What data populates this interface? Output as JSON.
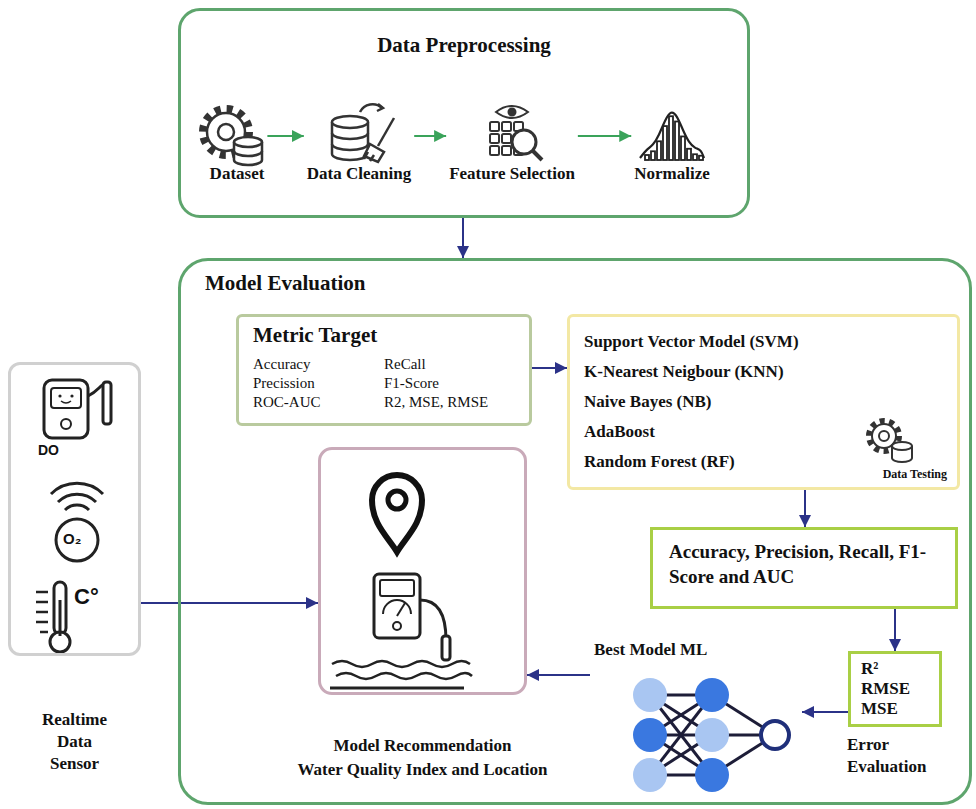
{
  "diagram": {
    "nodes": [
      {
        "text": [
          "Data Preprocessing"
        ]
      },
      {
        "text": [
          "Dataset"
        ],
        "in": 0
      },
      {
        "text": [
          "Data Cleaning"
        ],
        "in": 0
      },
      {
        "text": [
          "Feature Selection"
        ],
        "in": 0
      },
      {
        "text": [
          "Normalize"
        ],
        "in": 0
      },
      {
        "text": [
          "Model Evaluation"
        ]
      },
      {
        "text": [
          "Metric Target",
          "Accuracy",
          "ReCall",
          "Precission",
          "F1-Score",
          "ROC-AUC",
          "R2, MSE, RMSE"
        ],
        "in": 5
      },
      {
        "text": [
          "Support Vector Model (SVM)",
          "K-Nearest Neigbour (KNN)",
          "Naive Bayes (NB)",
          "AdaBoost",
          "Random Forest (RF)",
          "Data Testing"
        ],
        "in": 5
      },
      {
        "text": [
          "Accuracy, Precision, Recall, F1-Score and AUC"
        ],
        "in": 5
      },
      {
        "text": [
          "R²",
          "RMSE",
          "MSE",
          "Error Evaluation"
        ],
        "in": 5
      },
      {
        "text": [
          "Best Model ML"
        ],
        "in": 5
      },
      {
        "text": [
          "Model Recommendation",
          "Water Quality Index and Location"
        ],
        "in": 5
      },
      {
        "text": [
          "Realtime Data Sensor"
        ]
      }
    ],
    "edges": [
      {
        "from": 1,
        "to": 2,
        "arrow": "to"
      },
      {
        "from": 2,
        "to": 3,
        "arrow": "to"
      },
      {
        "from": 3,
        "to": 4,
        "arrow": "to"
      },
      {
        "from": 0,
        "to": 5,
        "arrow": "to"
      },
      {
        "from": 6,
        "to": 7,
        "arrow": "to"
      },
      {
        "from": 7,
        "to": 8,
        "arrow": "to"
      },
      {
        "from": 8,
        "to": 9,
        "arrow": "to"
      },
      {
        "from": 9,
        "to": 10,
        "arrow": "to"
      },
      {
        "from": 10,
        "to": 11,
        "arrow": "to"
      },
      {
        "from": 12,
        "to": 11,
        "arrow": "to"
      }
    ],
    "labels": [
      "DO",
      "O₂",
      "C°"
    ]
  }
}
